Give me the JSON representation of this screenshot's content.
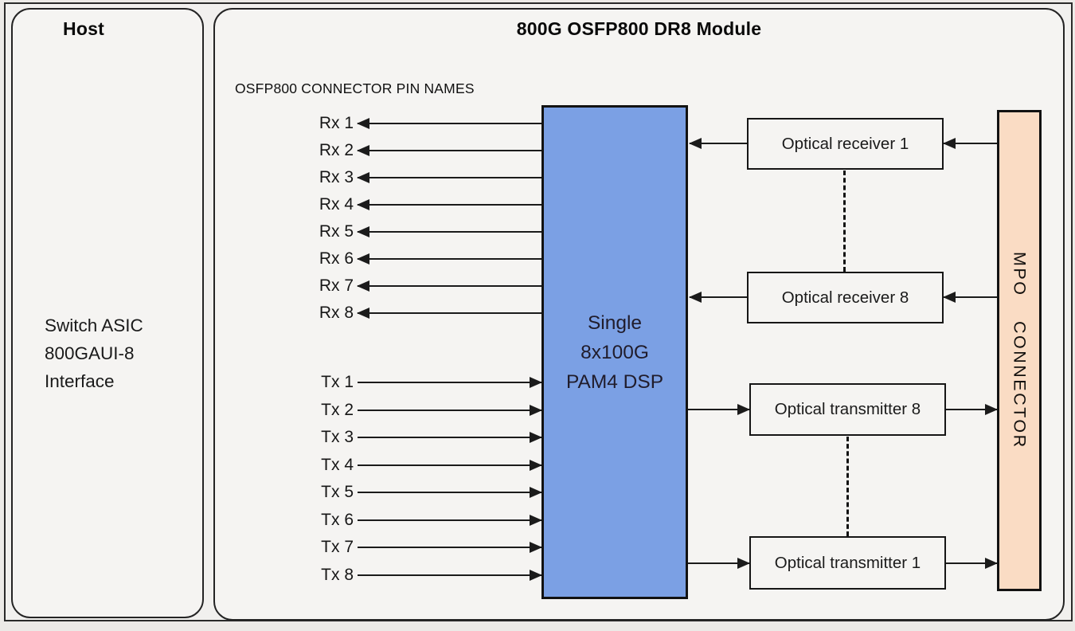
{
  "diagram": {
    "host": {
      "title": "Host",
      "description_lines": [
        "Switch ASIC",
        "800GAUI-8",
        "Interface"
      ]
    },
    "module": {
      "title": "800G OSFP800 DR8 Module",
      "pin_names_heading": "OSFP800 CONNECTOR PIN NAMES",
      "rx_pins": [
        "Rx 1",
        "Rx 2",
        "Rx 3",
        "Rx 4",
        "Rx 5",
        "Rx 6",
        "Rx 7",
        "Rx 8"
      ],
      "tx_pins": [
        "Tx 1",
        "Tx 2",
        "Tx 3",
        "Tx 4",
        "Tx 5",
        "Tx 6",
        "Tx 7",
        "Tx 8"
      ],
      "dsp_lines": [
        "Single",
        "8x100G",
        "PAM4 DSP"
      ],
      "optical_blocks": [
        "Optical receiver 1",
        "Optical receiver 8",
        "Optical transmitter 8",
        "Optical transmitter 1"
      ],
      "mpo_words": [
        "MPO",
        "CONNECTOR"
      ]
    },
    "colors": {
      "dsp_fill": "#7ba0e4",
      "mpo_fill": "#fadcc4",
      "line_color": "#1b1b1b",
      "canvas_bg": "#eceae7",
      "box_bg": "#f5f4f2",
      "border_color": "#242424"
    }
  }
}
